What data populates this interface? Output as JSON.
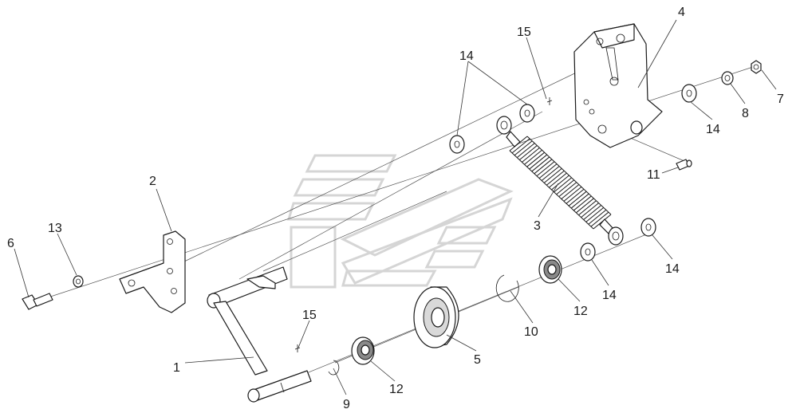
{
  "diagram": {
    "callouts": [
      {
        "id": "c1",
        "text": "1"
      },
      {
        "id": "c2",
        "text": "2"
      },
      {
        "id": "c3",
        "text": "3"
      },
      {
        "id": "c4",
        "text": "4"
      },
      {
        "id": "c5",
        "text": "5"
      },
      {
        "id": "c6",
        "text": "6"
      },
      {
        "id": "c7",
        "text": "7"
      },
      {
        "id": "c8",
        "text": "8"
      },
      {
        "id": "c9",
        "text": "9"
      },
      {
        "id": "c10",
        "text": "10"
      },
      {
        "id": "c11",
        "text": "11"
      },
      {
        "id": "c12a",
        "text": "12"
      },
      {
        "id": "c12b",
        "text": "12"
      },
      {
        "id": "c13",
        "text": "13"
      },
      {
        "id": "c14a",
        "text": "14"
      },
      {
        "id": "c14b",
        "text": "14"
      },
      {
        "id": "c14c",
        "text": "14"
      },
      {
        "id": "c14d",
        "text": "14"
      },
      {
        "id": "c15a",
        "text": "15"
      },
      {
        "id": "c15b",
        "text": "15"
      }
    ]
  }
}
